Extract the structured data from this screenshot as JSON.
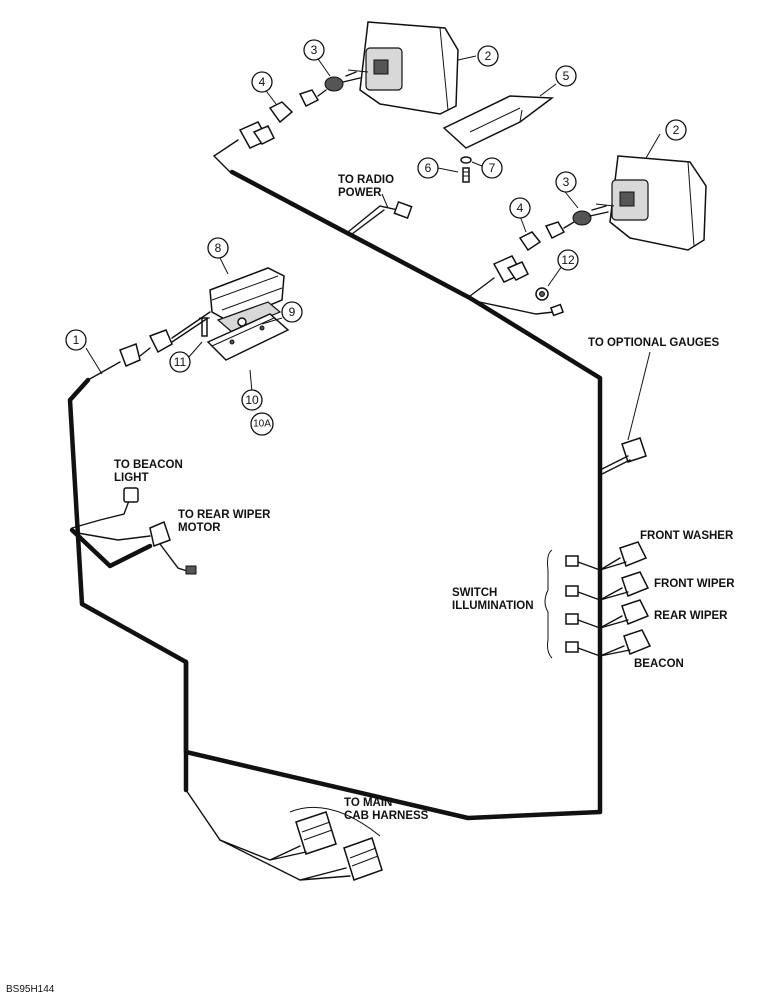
{
  "labels": {
    "radio_power": [
      "TO RADIO",
      "POWER"
    ],
    "optional_gauges": "TO OPTIONAL GAUGES",
    "beacon_light": [
      "TO BEACON",
      "LIGHT"
    ],
    "rear_wiper_motor": [
      "TO REAR WIPER",
      "MOTOR"
    ],
    "switch_illumination": [
      "SWITCH",
      "ILLUMINATION"
    ],
    "front_washer": "FRONT WASHER",
    "front_wiper": "FRONT WIPER",
    "rear_wiper": "REAR WIPER",
    "beacon": "BEACON",
    "main_cab_harness": [
      "TO MAIN",
      "CAB HARNESS"
    ]
  },
  "callouts": {
    "c1": "1",
    "c2a": "2",
    "c2b": "2",
    "c3a": "3",
    "c3b": "3",
    "c4a": "4",
    "c4b": "4",
    "c5": "5",
    "c6": "6",
    "c7": "7",
    "c8": "8",
    "c9": "9",
    "c10": "10",
    "c10a": "10A",
    "c11": "11",
    "c12": "12"
  },
  "figure_code": "BS95H144"
}
